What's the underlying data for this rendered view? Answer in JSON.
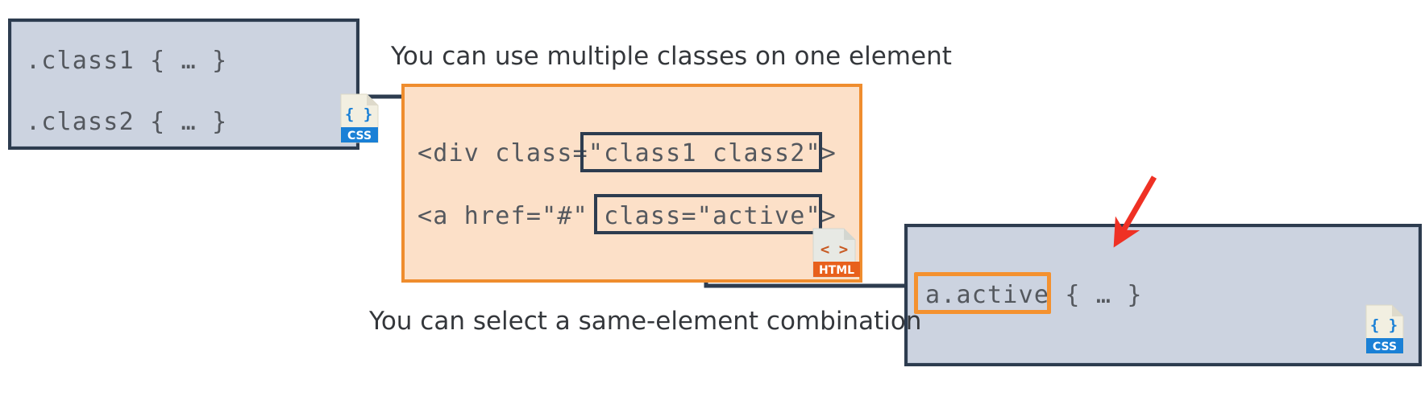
{
  "diagram": {
    "title": "CSS class selectors and multiple classes on one element",
    "colors": {
      "css_panel_fill": "#ccd3e0",
      "css_panel_border": "#2d3c4f",
      "html_panel_fill": "#fce0c8",
      "html_panel_border": "#ef8d2e",
      "code_text": "#54585e",
      "caption_text": "#34373b",
      "highlight_navy": "#2d3c4f",
      "highlight_orange": "#f4912f",
      "arrow_red": "#ef3124",
      "css_badge_blue": "#1a80d6",
      "html_badge_orange": "#e8601c"
    }
  },
  "css_top": {
    "name": "css-rules-panel",
    "file_type": "CSS",
    "icon": "css-file-icon",
    "lines": [
      ".class1 { … }",
      ".class2 { … }"
    ]
  },
  "html_middle": {
    "name": "html-markup-panel",
    "file_type": "HTML",
    "icon": "html-file-icon",
    "lines": [
      {
        "prefix": "<div class=",
        "highlight": "\"class1 class2\"",
        "suffix": ">"
      },
      {
        "prefix": "<a href=\"#\" ",
        "highlight": "class=\"active\"",
        "suffix": ">"
      }
    ],
    "full_lines": [
      "<div class=\"class1 class2\">",
      "<a href=\"#\" class=\"active\">"
    ]
  },
  "css_bottom": {
    "name": "css-combination-panel",
    "file_type": "CSS",
    "icon": "css-file-icon",
    "selector": "a.active",
    "rest": "{ … }",
    "full_line": "a.active { … }"
  },
  "captions": {
    "top": "You can use multiple classes on one element",
    "bottom": "You can select a same-element combination"
  },
  "annotations": {
    "arrow": {
      "name": "red-pointer-arrow",
      "color": "#ef3124",
      "direction": "down-left"
    }
  },
  "badges": {
    "css_label": "CSS",
    "html_label": "HTML",
    "css_glyph": "{ }",
    "html_glyph": "< >"
  }
}
